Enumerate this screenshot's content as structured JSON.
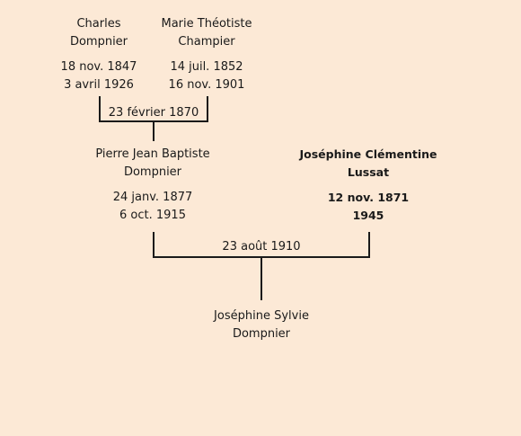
{
  "people": {
    "charles": {
      "first": "Charles",
      "last": "Dompnier",
      "birth": "18 nov. 1847",
      "death": "3 avril 1926"
    },
    "marie": {
      "first": "Marie Théotiste",
      "last": "Champier",
      "birth": "14 juil. 1852",
      "death": "16 nov. 1901"
    },
    "pierre": {
      "first": "Pierre Jean Baptiste",
      "last": "Dompnier",
      "birth": "24 janv. 1877",
      "death": "6 oct. 1915"
    },
    "josephine_c": {
      "first": "Joséphine Clémentine",
      "last": "Lussat",
      "birth": "12 nov. 1871",
      "death": "1945"
    },
    "josephine_s": {
      "first": "Joséphine Sylvie",
      "last": "Dompnier"
    }
  },
  "marriages": {
    "first": "23 février 1870",
    "second": "23 août 1910"
  }
}
